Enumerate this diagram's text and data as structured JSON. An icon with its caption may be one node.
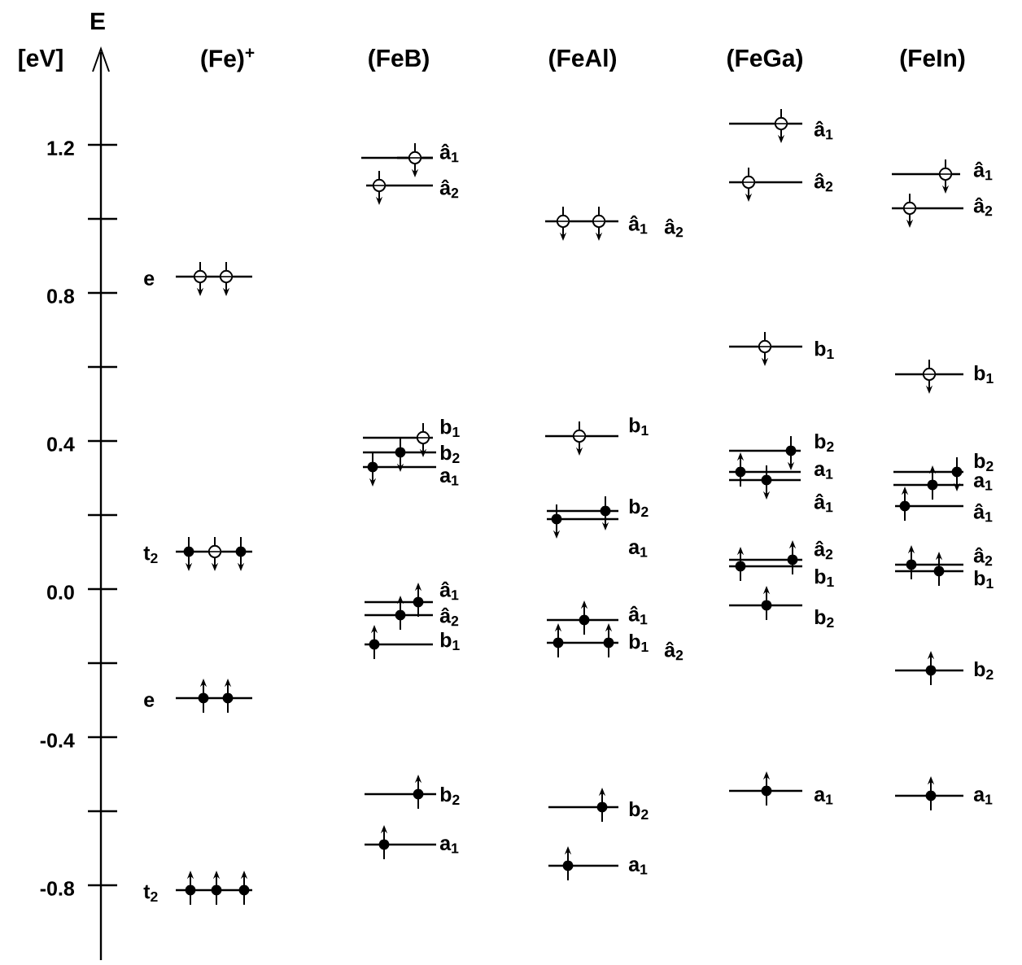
{
  "diagram": {
    "labels": [
      "E",
      "[eV]",
      "(Fe)$^{+}$",
      "(FeB)",
      "(FeAl)",
      "(FeGa)",
      "(FeIn)",
      "1.2",
      "0.8",
      "0.4",
      "0.0",
      "-0.4",
      "-0.8",
      "e",
      "t$_{2}$",
      "e",
      "t$_{2}$",
      "â$_{1}$",
      "â$_{2}$",
      "b$_{1}$",
      "b$_{2}$",
      "a$_{1}$",
      "â$_{1}$",
      "â$_{2}$",
      "b$_{1}$",
      "b$_{2}$",
      "a$_{1}$",
      "â$_{1}$",
      "â$_{2}$",
      "b$_{1}$",
      "b$_{2}$",
      "a$_{1}$",
      "â$_{1}$",
      "b$_{1}$",
      "â$_{2}$",
      "b$_{2}$",
      "a$_{1}$",
      "â$_{1}$",
      "â$_{2}$",
      "b$_{1}$",
      "b$_{2}$",
      "a$_{1}$",
      "â$_{1}$",
      "â$_{2}$",
      "b$_{1}$",
      "b$_{2}$",
      "a$_{1}$",
      "â$_{1}$",
      "â$_{2}$",
      "b$_{1}$",
      "b$_{2}$",
      "a$_{1}$",
      "â$_{1}$",
      "â$_{2}$",
      "b$_{1}$",
      "b$_{2}$",
      "a$_{1}$"
    ]
  }
}
